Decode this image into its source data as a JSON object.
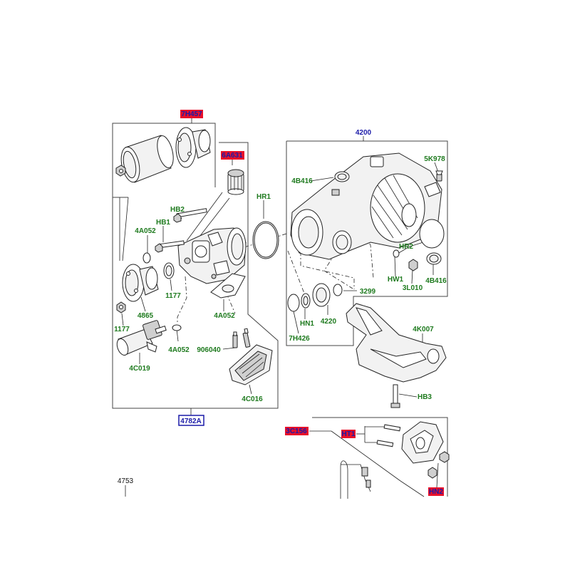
{
  "labels": {
    "l_7H457": "7H457",
    "l_6A631": "6A631",
    "l_4200": "4200",
    "l_HR1": "HR1",
    "l_HB2": "HB2",
    "l_HB1": "HB1",
    "l_4A052a": "4A052",
    "l_4A052b": "4A052",
    "l_4A052c": "4A052",
    "l_4B416a": "4B416",
    "l_5K978": "5K978",
    "l_HR2": "HR2",
    "l_4B416b": "4B416",
    "l_HW1": "HW1",
    "l_3L010": "3L010",
    "l_3299": "3299",
    "l_1177a": "1177",
    "l_1177b": "1177",
    "l_4865": "4865",
    "l_4C019": "4C019",
    "l_906040": "906040",
    "l_4C016": "4C016",
    "l_HN1": "HN1",
    "l_4220": "4220",
    "l_7H426": "7H426",
    "l_4K007": "4K007",
    "l_HB3": "HB3",
    "l_4782A": "4782A",
    "l_3C156": "3C156",
    "l_HT1": "HT1",
    "l_HN2": "HN2",
    "l_4753": "4753"
  },
  "colors": {
    "label_green": "#1e7a1e",
    "label_blue": "#1a1aa8",
    "tag_red": "#e8102a",
    "tag_blue": "#1a1aa8"
  }
}
